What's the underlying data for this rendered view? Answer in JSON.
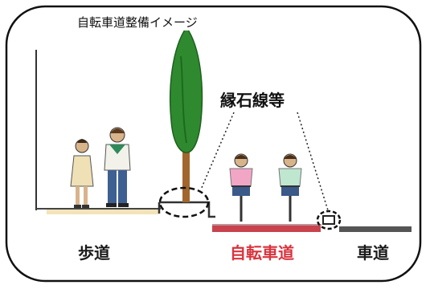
{
  "figure": {
    "title": "自転車道整備イメージ",
    "callout": "縁石線等",
    "zones": {
      "sidewalk": "歩道",
      "bikelane": "自転車道",
      "roadway": "車道"
    }
  },
  "colors": {
    "frame": "#111111",
    "sidewalk_surface": "#f3e3b8",
    "bikelane_surface": "#c8434d",
    "bikelane_label": "#d9333d",
    "roadway_surface": "#555555",
    "tree_foliage": "#2f8a2f",
    "tree_trunk": "#a0662c"
  }
}
